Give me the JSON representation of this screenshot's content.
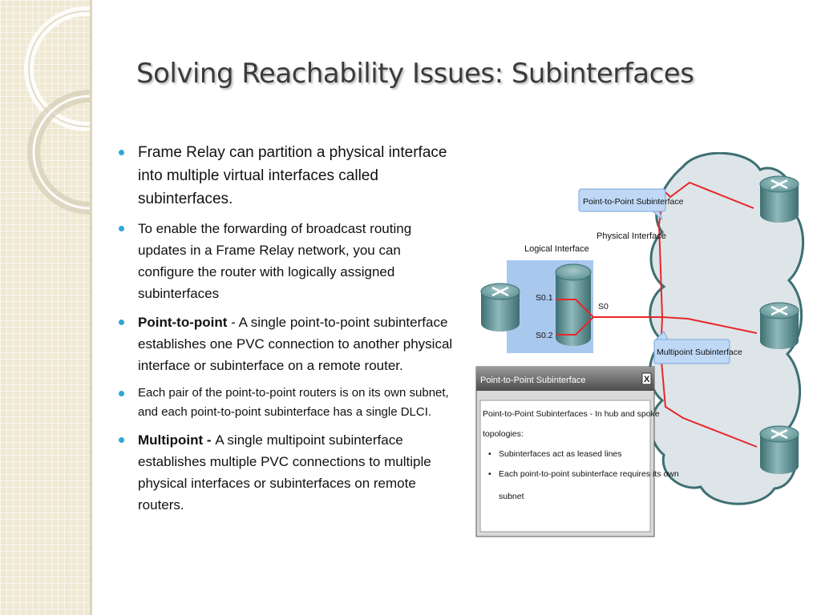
{
  "slide": {
    "title": "Solving Reachability Issues: Subinterfaces",
    "bullets": [
      {
        "bold": "",
        "text": "Frame Relay can partition a physical interface into multiple virtual interfaces called subinterfaces."
      },
      {
        "bold": "",
        "text": "To enable the forwarding of broadcast routing updates in a Frame Relay network, you can configure the router with logically assigned subinterfaces"
      },
      {
        "bold": "Point-to-point",
        "text": " - A single point-to-point subinterface establishes one PVC connection to another physical interface or subinterface on a remote router."
      },
      {
        "bold": "",
        "text": "Each pair of the point-to-point routers is on its own subnet, and each point-to-point subinterface has a single DLCI."
      },
      {
        "bold": "Multipoint - ",
        "text": "A single multipoint subinterface establishes multiple PVC connections to multiple physical interfaces or subinterfaces on remote routers."
      }
    ]
  },
  "diagram": {
    "labels": {
      "logical_interface": "Logical Interface",
      "physical_interface": "Physical Interface",
      "s01": "S0.1",
      "s02": "S0.2",
      "s0": "S0",
      "ptp_callout": "Point-to-Point Subinterface",
      "multipoint_callout": "Multipoint Subinterface"
    },
    "popup": {
      "title": "Point-to-Point Subinterface",
      "close": "X",
      "body_line1": "Point-to-Point Subinterfaces - In hub and spoke",
      "body_line2": "topologies:",
      "items": [
        "Subinterfaces act as leased lines",
        "Each point-to-point subinterface requires its own",
        "subnet"
      ]
    },
    "colors": {
      "link": "#e8262a",
      "router": "#4c8486",
      "cloud": "#dde5e9",
      "highlight": "#a9c8ee"
    }
  }
}
